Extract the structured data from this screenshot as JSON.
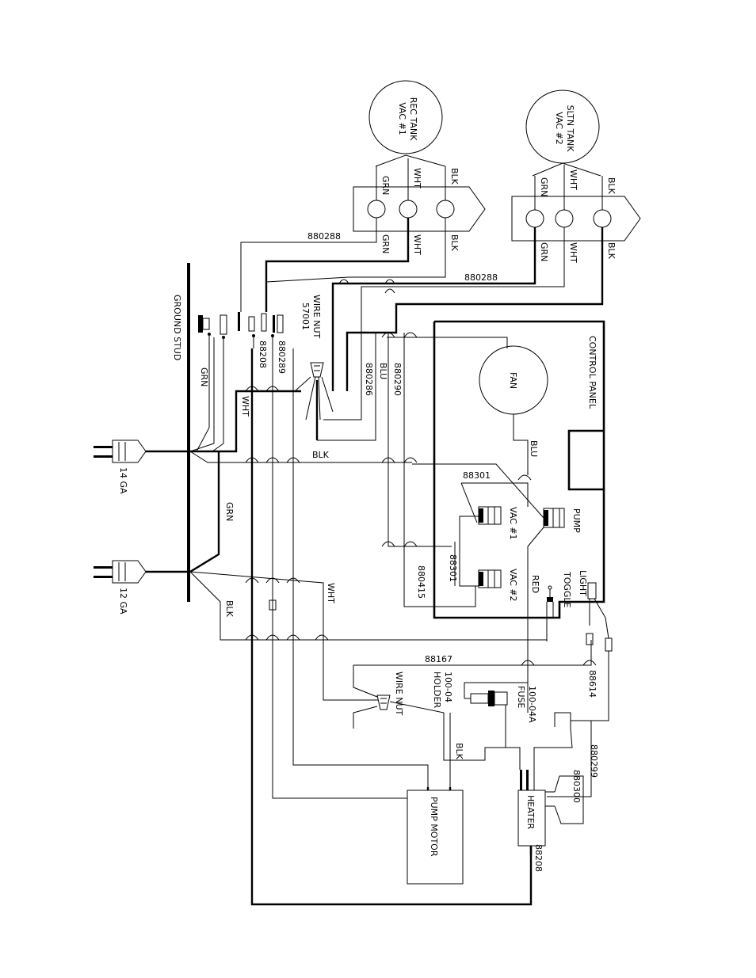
{
  "labels": {
    "rec_tank": [
      "REC TANK",
      "VAC #1"
    ],
    "sltn_tank": [
      "SLTN TANK",
      "VAC #2"
    ],
    "grn": "GRN",
    "wht": "WHT",
    "blk": "BLK",
    "blu": "BLU",
    "red": "RED",
    "p880288": "880288",
    "ground_stud": "GROUND STUD",
    "wire_nut": "WIRE NUT",
    "p57001": "57001",
    "p88208": "88208",
    "p880289": "880289",
    "p880286": "880286",
    "p880290": "880290",
    "control_panel": "CONTROL PANEL",
    "fan": "FAN",
    "p88301": "88301",
    "pump": "PUMP",
    "vac1": "VAC #1",
    "vac2": "VAC #2",
    "p880415": "880415",
    "toggle": "TOGGLE",
    "light": "LIGHT",
    "ga14": "14 GA",
    "ga12": "12 GA",
    "p88167": "88167",
    "p88614": "88614",
    "holder": [
      "100-04",
      "HOLDER"
    ],
    "fuse": [
      "FUSE",
      "100-04A"
    ],
    "p880299": "880299",
    "p880300": "880300",
    "heater": "HEATER",
    "pump_motor": "PUMP MOTOR"
  }
}
